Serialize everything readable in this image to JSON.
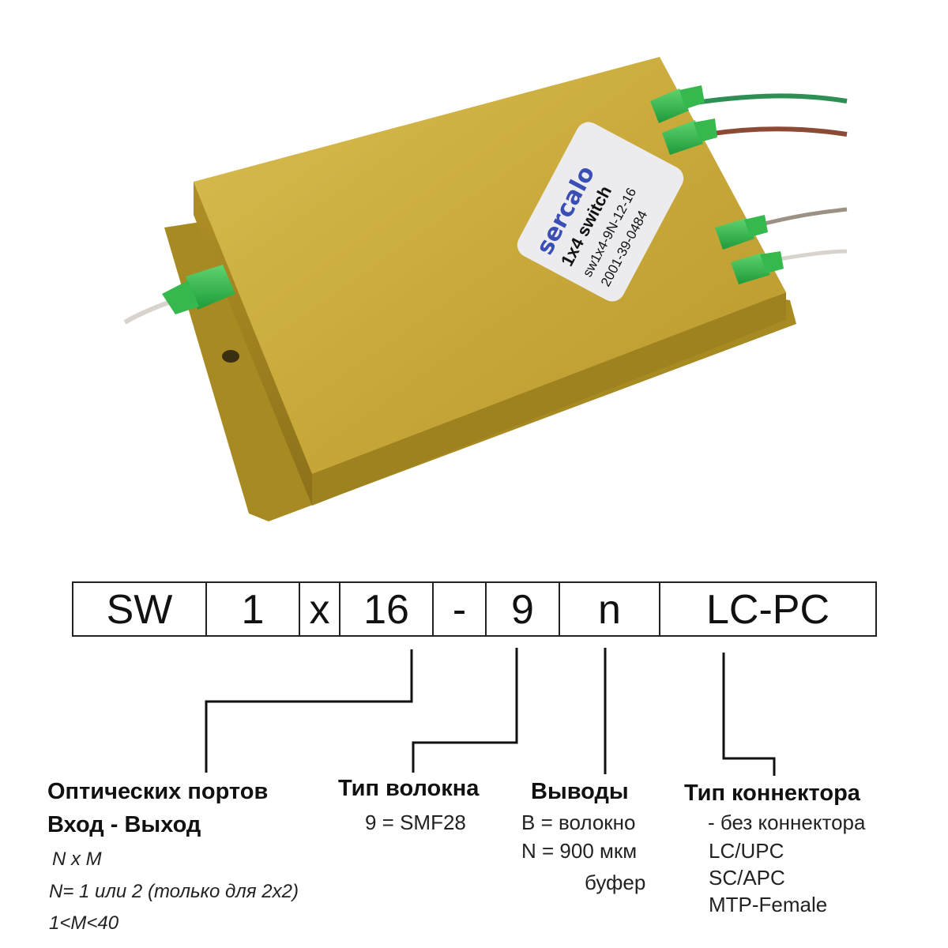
{
  "photo": {
    "label_brand": "sercalo",
    "label_model": "1x4 switch",
    "label_part": "sw1x4-9N-12-16",
    "label_serial": "2001-39-0484"
  },
  "code": {
    "segments": [
      "SW",
      "1",
      "x",
      "16",
      "-",
      "9",
      "n",
      "LC-PC"
    ]
  },
  "ports": {
    "title_line1": "Оптических портов",
    "title_line2": "Вход - Выход",
    "formula": "N x M",
    "n_rule": "N= 1 или 2 (только для 2x2)",
    "m_rule": "1<M<40"
  },
  "fiber": {
    "title": "Тип волокна",
    "option": "9 = SMF28"
  },
  "leads": {
    "title": "Выводы",
    "option_b": "B = волокно",
    "option_n": "N = 900 мкм",
    "option_n_cont": "буфер"
  },
  "connector": {
    "title": "Тип коннектора",
    "option_none": "-   без коннектора",
    "option_lc": "LC/UPC",
    "option_sc": "SC/APC",
    "option_mtp": "MTP-Female"
  },
  "colors": {
    "housing": "#c9a93a",
    "boot": "#2bb24a",
    "label_text": "#3a4fb5",
    "line": "#111111"
  }
}
